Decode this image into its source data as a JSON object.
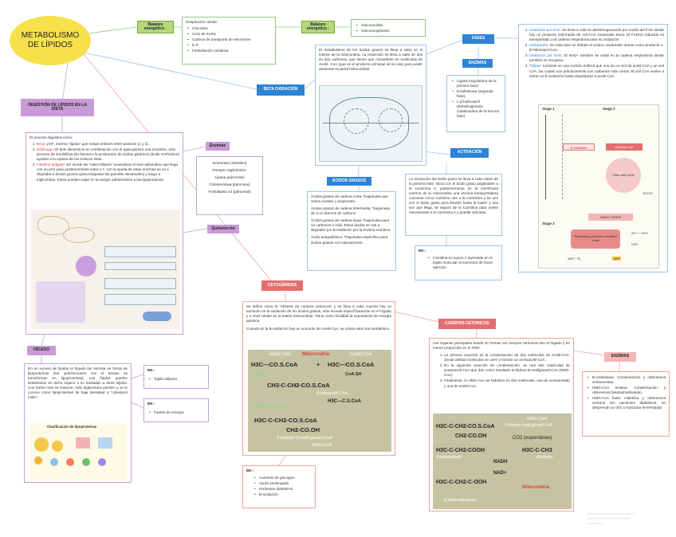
{
  "title": "METABOLISMO DE LÍPIDOS",
  "balance1": {
    "label": "Balance energético -",
    "items": [
      "Respiración celular:",
      "Glucolisis",
      "Ciclo de Krebs",
      "Cadena de transporte de electrones",
      "D.P",
      "Fosforilación oxidativa"
    ]
  },
  "balance2": {
    "label": "Balance energético -",
    "items": [
      "Gluconeolisis",
      "Gluconeogénesis"
    ]
  },
  "digestion": {
    "label": "DIGESTIÓN DE LÍPIDOS EN LA DIETA",
    "intro": "El proceso digestivo inicia:",
    "steps": [
      {
        "k": "Boca:",
        "t": " pH7, enzima \"lipasa\" que rompe enlaces éster posición (1 y 3)."
      },
      {
        "k": "Estómago:",
        "t": " El bolo alimenticio en combinación con el agua genera una emulsión, este proceso de emulsificación favorece la producción de ácidos gástricos (ácido clorhídrico) ayudan a la ruptura de los enlaces éster."
      },
      {
        "k": "Intestino delgado:",
        "t": " En donde las \"sales biliares\" neutralizan el bolo alimenticio que llega con un pH1 para posteriormente subir a 7, con la ayuda de otras enzimas se va a degradar a ácidos grasos (para traspasar las paredes intestinales) y luego a triglicéridos. Estos pueden viajar en la sangre adhiriéndose a las lipoproteínas"
      }
    ]
  },
  "enzimas1": {
    "label": "Enzimas",
    "items": [
      "Isomerasa (intestino)",
      "Rompen triglicéridos:",
      "Lipasa (páncreas)",
      "Colesterolasa (páncreas)",
      "Fosfolipasa A2 (páncreas)"
    ]
  },
  "quilomicron": {
    "label": "Quilomicrón"
  },
  "higado": {
    "label": "HÍGADO",
    "text": "En un exceso de lípidos el hígado los secreta en forma de lipoproteínas (los quilomicrones con el tiempo se transforman en lipoproteínas). Los lípidos pueden sintetizarse en dicho órgano o se trasladan a otros tejidos. Con forme más se reducen, más triglicéridos pierden y se le conoce como lipoproteínas de baja densidad a \"colesterol malo\".",
    "img_title": "Clasificación de lipoproteínas"
  },
  "be1": {
    "label": "BE-:",
    "items": [
      "Tejido adiposo"
    ]
  },
  "be2": {
    "label": "BE-:",
    "items": [
      "Fuente de energía"
    ]
  },
  "beta": {
    "label": "BETA OXIDACIÓN",
    "text": "El metabolismo de los ácidos grasos se lleva a cabo en el interior de la mitocondria. La reducción se lleva a cabo de dos en dos carbonos, que tienen que convertirse en moléculas de Acetil- CoA (que es el producto principal de la ruta) para poder atravesar la pared mitocondrial."
  },
  "fases": {
    "label": "FASES",
    "items": [
      {
        "k": "Oxidación por FAD:",
        "t": " Se lleva a cabo la deshidrogenación por medio del FAD donde hay un producto intermedio de Acil-CoA insaturado trans. El FADH2 reducido es transportado a la cadena respiratoria para su oxidación."
      },
      {
        "k": "Hidratación:",
        "t": " En esta fase se hidrata el enlace insaturado dando como producto L-β-hidroxiacil-CoA."
      },
      {
        "k": "Oxidación por NAD:",
        "t": " El NAD+ también se oxida en la cadena respiratoria donde también se recupera."
      },
      {
        "k": "Tiólisis:",
        "t": " Consiste en una incisión tiolítica que nos da un mol de acetil CoA y un acil CoA, los cuales son prácticamente con carbonos más cortos. El acil CoA vuelve a entrar en β-oxidación hasta degradarse a acetil CoA."
      }
    ]
  },
  "enzimas2": {
    "label": "ENZIMAS",
    "items": [
      "Ligasa (reguladora de la primera fase)",
      "Enoilhidrasa (segunda fase)",
      "L-β-hidroxiacil deshidrogenasa (catalizadora de la tercera fase)"
    ]
  },
  "activacion": {
    "label": "ACTIVACIÓN",
    "text": "La activación del ácido graso se lleva a cabo antes de la primera fase, inicia con el ácido graso pegándose a la coenzima A, posteriormente en la membrana externa de la mitocondria una enzima transportadora conocida como Carnitina une a la coenzima y se une con el ácido graso para llevarlo hasta la matriz y una vez que llega, se separa de la Carnitina para unirse nuevamente a la coenzima A y quedar activado."
  },
  "be3": {
    "label": "BE-:",
    "items": [
      "Carnitina en ayuno o inyectada en el tejido muscular al momento de hacer ejercicio"
    ]
  },
  "acidos": {
    "label": "ÁCIDOS GRASOS",
    "paras": [
      "Ácidos grasos de cadena corta: Tiaquinasa que activa acetato y propionato.",
      "Ácidos grasos de cadena intermedia: Tiaquinasa de 4-12 átomos de carbono.",
      "Ácidos grasos de cadena larga: Tiaquinasa para 12 carbonos o más. Estos ácidos se van a degradar por B-oxidación por la enzima carnitina.",
      "Ácido araquidónico: Tiaquinasa específica para ácidos grasos con saturaciones."
    ]
  },
  "cetogenesis": {
    "label": "CETOGÉNESIS",
    "text1": "Se define como la \"síntesis de cuerpos cetónicos\" y se lleva a cabo cuando hay un aumento en la oxidación de los ácidos grasos, esto sucede específicamente en el hígado y a nivel celular en la matriz mitocondrial. Tiene como finalidad la exportación de energía química.",
    "text2": "Cuando en la B-oxidación hay un acumulo de Acetil-CoA, se activa esta ruta metabólica."
  },
  "be4": {
    "label": "BE-:",
    "items": [
      "Aumento de glucagón",
      "Ayuno prolongado",
      "Pacientes diabéticos",
      "B-oxidación"
    ]
  },
  "cuerpos": {
    "label": "CUERPOS CETONICOS",
    "intro": "Los órganos principales donde se forman los cuerpos cetónicos son el hígado y en menor proporción en el riñón.",
    "steps": [
      "La primera reacción es la condensación de dos moléculas de Acetil-CoA, donde ambas moléculas se unen y forman un acetoacetil-CoA.",
      "En la siguiente reacción de condensación, se une dos moléculas de acetoacetil-CoA que dan como resultado B-hidroxi-B-metilglutaril-CoA (HMG-CoA).",
      "Finalmente, la HMG-CoA se hidroliza en dos moléculas, una de acetoacetato y una de acetil-CoA."
    ]
  },
  "enzimas3": {
    "label": "ENZIMAS",
    "items": [
      "B-cetotiolasa: Condensación y obtenemos acetoacetato.",
      "HMG-CoA sintasa: Condensación y obtenemos betahidroxibutirato.",
      "HMG-CoA liasa: Hidroliza y obtenemos acetona (en pacientes diabéticos, se desprende un olor a manzana fermentada)."
    ]
  },
  "chem1": {
    "acetil1": "Acetil CoA",
    "mito": "Mitocondria",
    "acetil2": "Acetil CoA",
    "eq1a": "H3C—CO.S.CoA",
    "plus": "+",
    "eq1b": "H3C—CO.S.CoA",
    "tiolasa": "Tiolasa",
    "coash": "CoA.SH",
    "prod1": "CH3-C-CH2-CO.S.CoA",
    "acetoacetil": "Acetoacetil CoA",
    "hmgsint": "HMG-CoA sintasa",
    "eq2": "H3C—C.S.CoA",
    "prod2": "H3C-C-CH2-CO.S.CoA",
    "prod2b": "CH2-CO.OH",
    "hmglabel": "3-Hidroxi-3 metil-glutaril CoA",
    "hmg": "HMG CoA"
  },
  "chem2": {
    "hmgcoa": "HMG CoA",
    "hmgname": "3-Hidroxi-metil-glutaril CoA",
    "r1": "H3C-C-CH2-CO.S.CoA",
    "r1b": "CH2-CO.OH",
    "co2": "CO2 (espontáneo)",
    "acetoacetato": "Acetoacetato",
    "acetona": "Acetona",
    "nadh": "NADH",
    "nad": "NAD+",
    "mito": "Mitocondria",
    "bhb": "β-Hidroxibutirato",
    "r2": "H3C-C-CH2-COOH",
    "r3": "H3C-C-CH3",
    "r4": "H3C-C-CH2-C-OOH"
  },
  "cycle": {
    "stage1": "Stage 1",
    "stage2": "Stage 2",
    "stage3": "Stage 3",
    "betaox": "β Oxidation",
    "acetyl": "8 Acetyl-CoA",
    "citric": "Citric acid cycle",
    "nadh": "NADH, FADH2",
    "resp": "Respiratory (electron-transfer) chain",
    "adp": "ADP + Pi",
    "atp": "ATP",
    "co2": "16CO2",
    "h2o": "H2O",
    "o2": "2H+ + ½O2"
  },
  "colors": {
    "blue": "#2e83d6",
    "green": "#b6d77a",
    "purple": "#c89ad6",
    "red": "#e36e6e",
    "title": "#f7e14b"
  }
}
